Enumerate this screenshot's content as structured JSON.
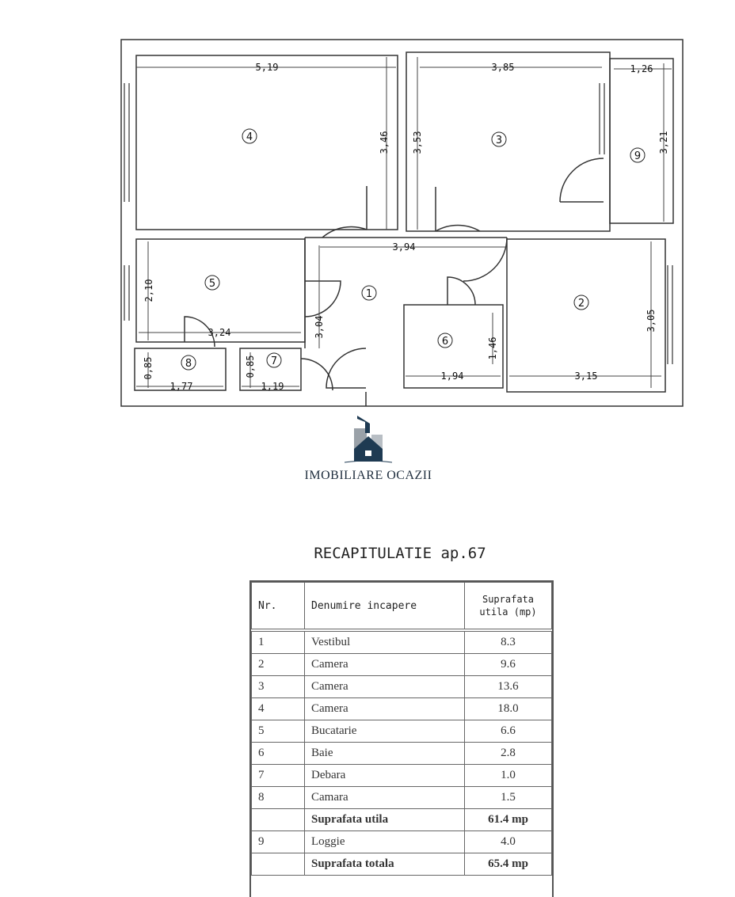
{
  "plan": {
    "rooms": {
      "r1": "1",
      "r2": "2",
      "r3": "3",
      "r4": "4",
      "r5": "5",
      "r6": "6",
      "r7": "7",
      "r8": "8",
      "r9": "9"
    },
    "dims": {
      "d519": "5,19",
      "d385": "3,85",
      "d126": "1,26",
      "d346": "3,46",
      "d353": "3,53",
      "d321": "3,21",
      "d394": "3,94",
      "d210": "2,10",
      "d324": "3,24",
      "d304": "3,04",
      "d146": "1,46",
      "d194": "1,94",
      "d315": "3,15",
      "d305": "3,05",
      "d085a": "0,85",
      "d177": "1,77",
      "d085b": "0,85",
      "d119": "1,19"
    }
  },
  "logo": {
    "brand": "IMOBILIARE OCAZII"
  },
  "summary": {
    "title": "RECAPITULATIE ap.67",
    "headers": {
      "nr": "Nr.",
      "name": "Denumire incapere",
      "area_l1": "Suprafata",
      "area_l2": "utila (mp)"
    },
    "rows": [
      {
        "nr": "1",
        "name": "Vestibul",
        "area": "8.3"
      },
      {
        "nr": "2",
        "name": "Camera",
        "area": "9.6"
      },
      {
        "nr": "3",
        "name": "Camera",
        "area": "13.6"
      },
      {
        "nr": "4",
        "name": "Camera",
        "area": "18.0"
      },
      {
        "nr": "5",
        "name": "Bucatarie",
        "area": "6.6"
      },
      {
        "nr": "6",
        "name": "Baie",
        "area": "2.8"
      },
      {
        "nr": "7",
        "name": "Debara",
        "area": "1.0"
      },
      {
        "nr": "8",
        "name": "Camara",
        "area": "1.5"
      }
    ],
    "useful_label": "Suprafata utila",
    "useful_value": "61.4 mp",
    "loggia": {
      "nr": "9",
      "name": "Loggie",
      "area": "4.0"
    },
    "total_label": "Suprafata totala",
    "total_value": "65.4 mp"
  }
}
